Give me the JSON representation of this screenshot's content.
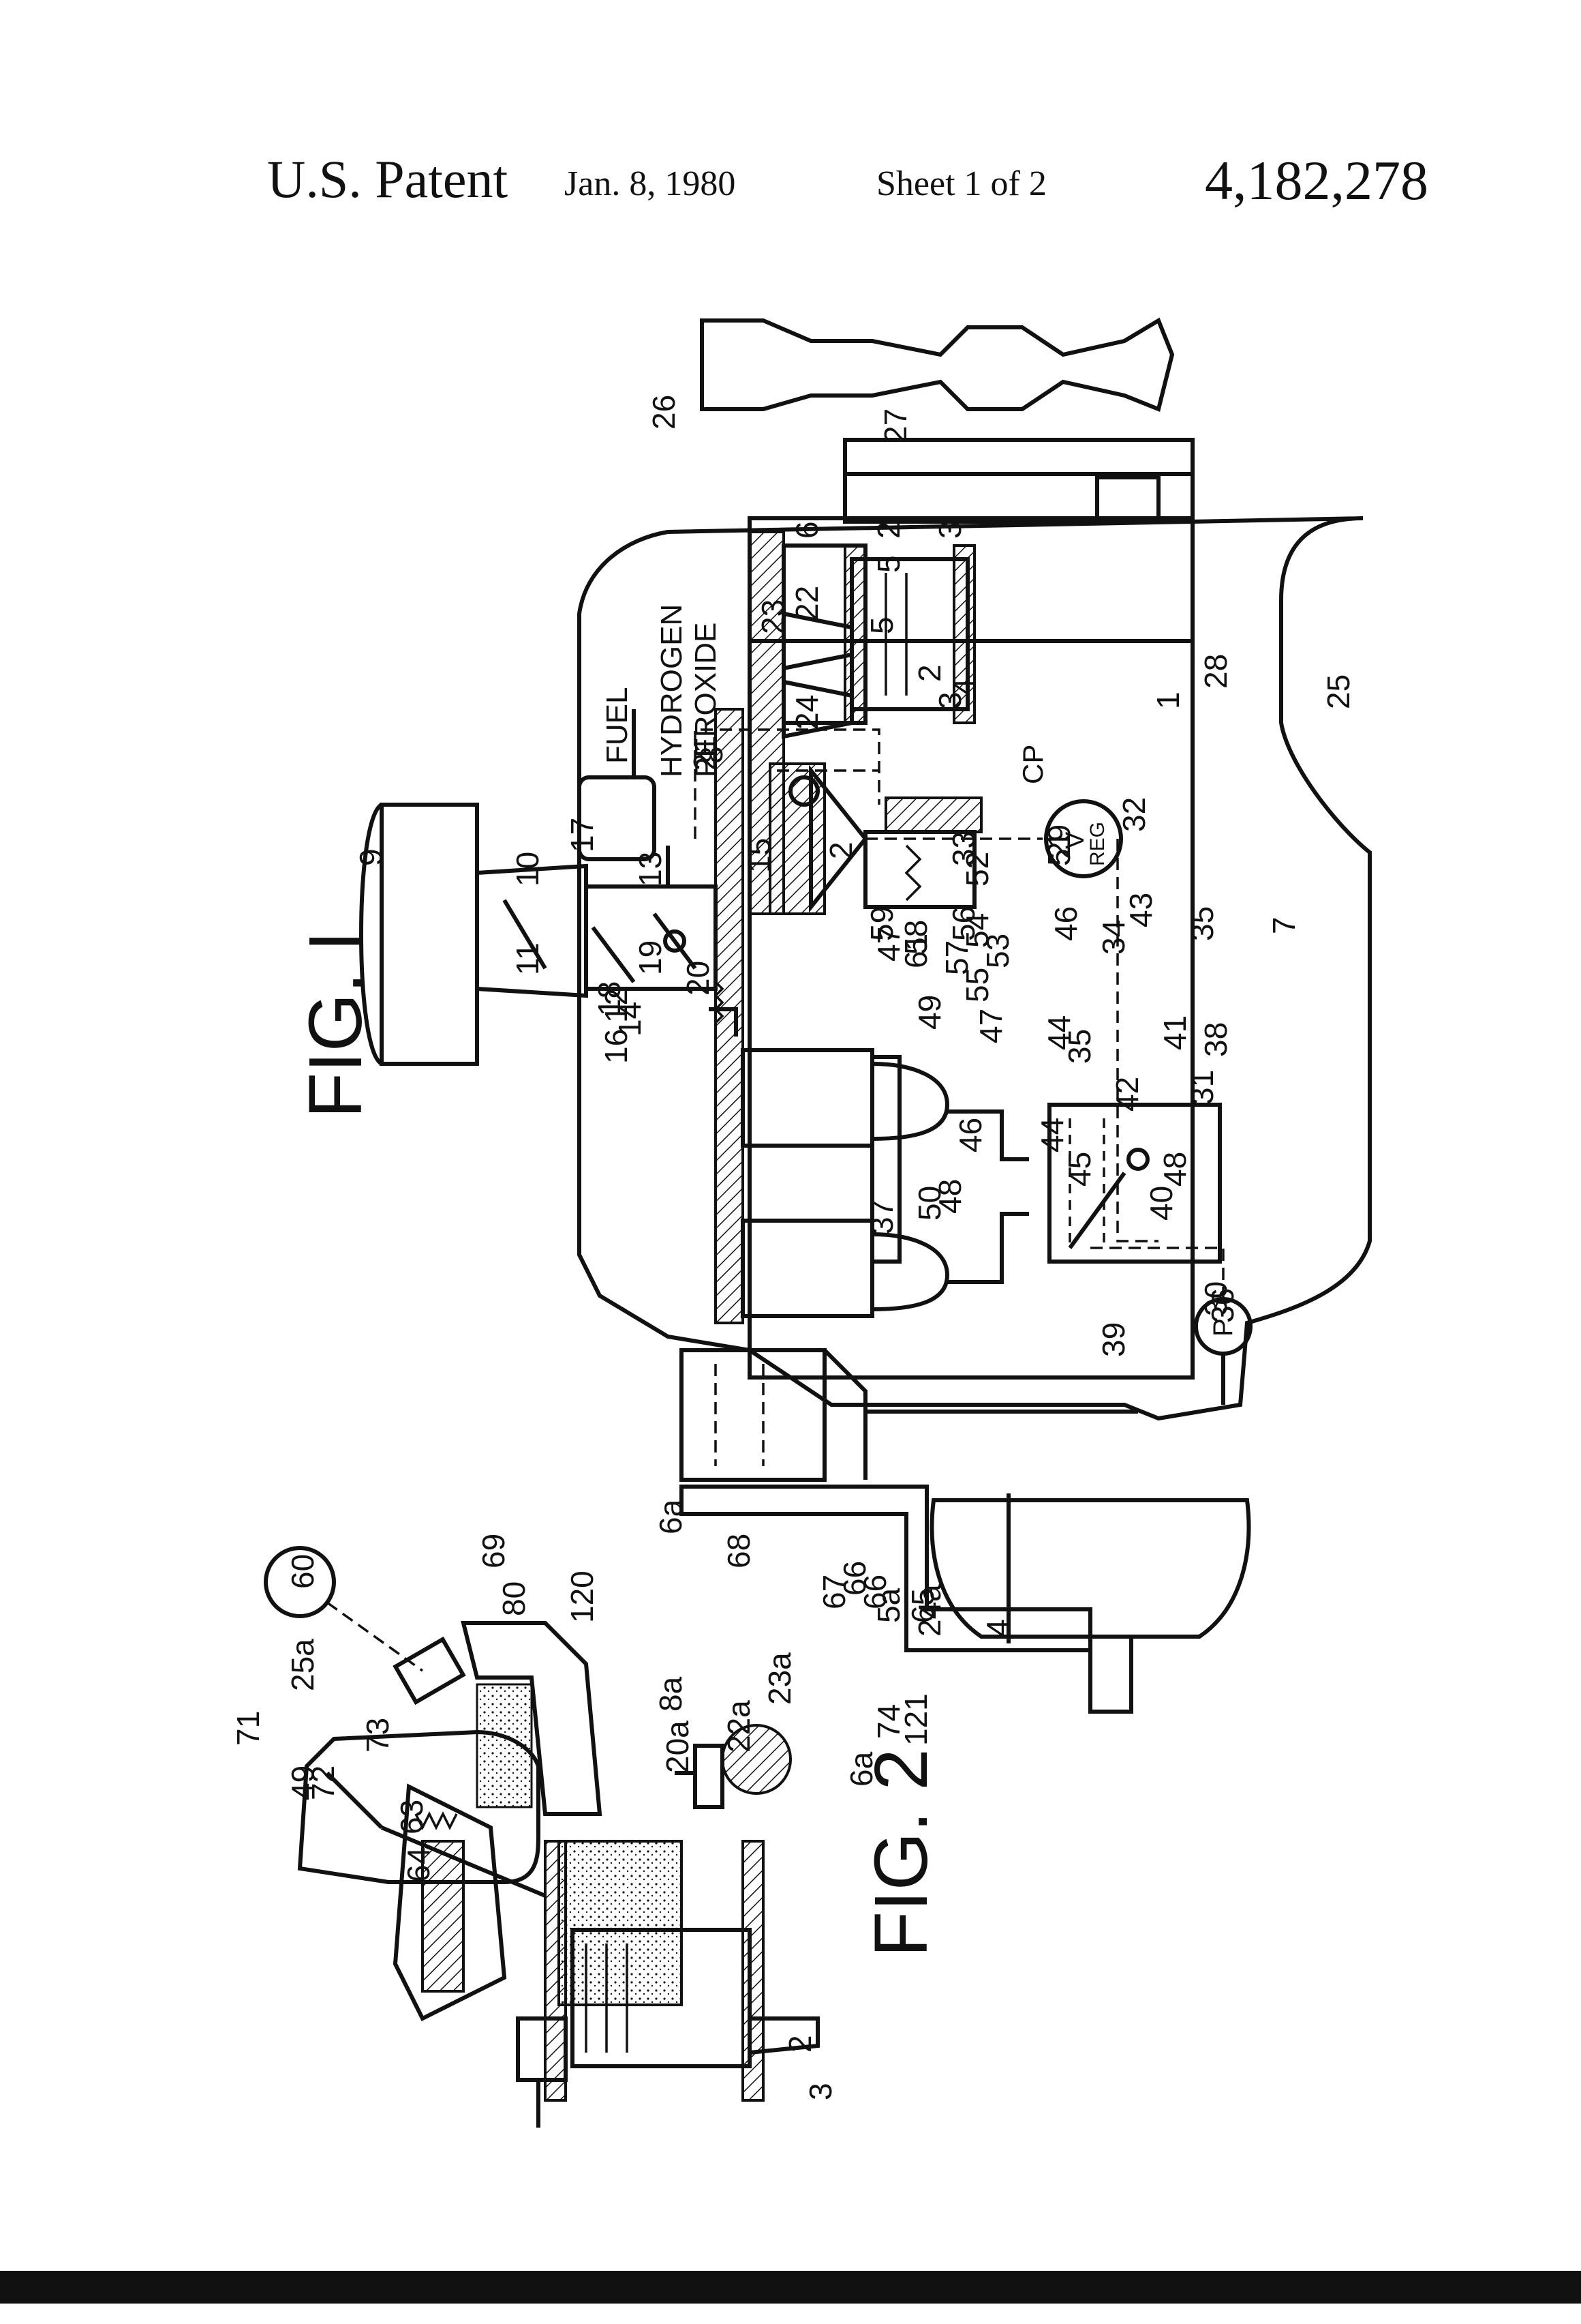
{
  "header": {
    "patent": "U.S. Patent",
    "date": "Jan. 8, 1980",
    "sheet": "Sheet 1 of 2",
    "number": "4,182,278"
  },
  "figures": {
    "fig1": {
      "caption": "FIG. I",
      "flow_labels": [
        "FUEL",
        "HYDROGEN",
        "PEROXIDE"
      ],
      "box_labels": {
        "cp": "CP",
        "v": "V",
        "reg": "REG",
        "pump": "P"
      },
      "refs": [
        "1",
        "2",
        "2",
        "2",
        "3",
        "3",
        "4",
        "5",
        "5",
        "6",
        "7",
        "8",
        "9",
        "10",
        "11",
        "12",
        "13",
        "14",
        "15",
        "16",
        "17",
        "18",
        "19",
        "20",
        "21",
        "22",
        "23",
        "24",
        "25",
        "26",
        "27",
        "28",
        "29",
        "30",
        "31",
        "32",
        "33",
        "34",
        "35",
        "35",
        "36",
        "37",
        "38",
        "39",
        "40",
        "41",
        "42",
        "43",
        "44",
        "44",
        "45",
        "46",
        "46",
        "47",
        "47",
        "48",
        "48",
        "49",
        "50",
        "51",
        "52",
        "53",
        "54",
        "55",
        "56",
        "57",
        "58",
        "59",
        "61"
      ]
    },
    "fig2": {
      "caption": "FIG. 2",
      "refs": [
        "2",
        "3",
        "4",
        "5a",
        "6a",
        "6a",
        "8a",
        "20a",
        "22a",
        "23a",
        "24a",
        "25a",
        "49",
        "60",
        "63",
        "64",
        "65",
        "66",
        "66",
        "67",
        "68",
        "69",
        "71",
        "72",
        "73",
        "74",
        "80",
        "120",
        "121"
      ]
    }
  }
}
